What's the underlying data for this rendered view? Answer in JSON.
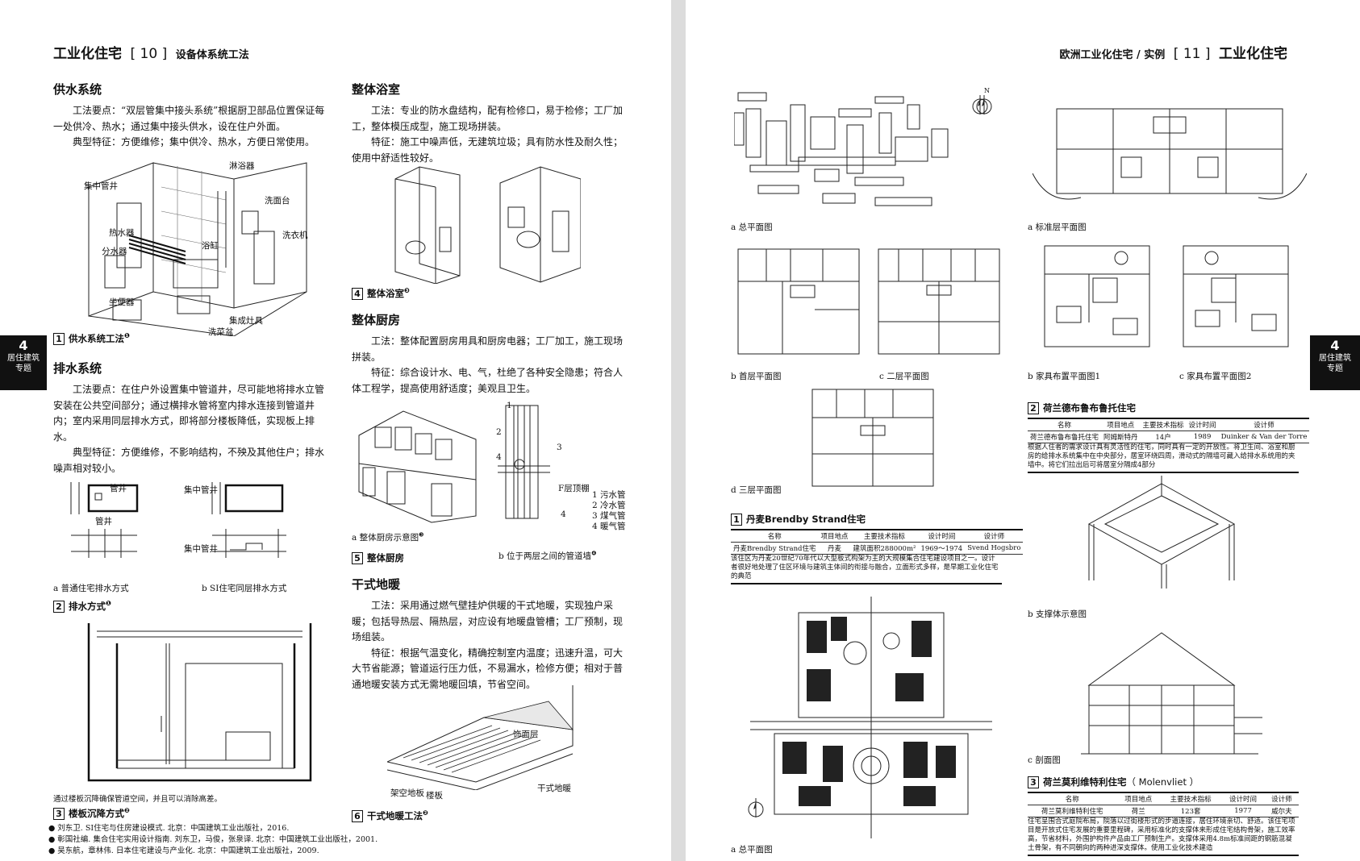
{
  "left": {
    "header": {
      "title": "工业化住宅",
      "page": "10",
      "subtitle": "设备体系统工法"
    },
    "tab": {
      "number": "4",
      "line1": "居住建筑",
      "line2": "专题"
    },
    "s1": {
      "title": "供水系统",
      "p1": "工法要点：“双层管集中接头系统”根据厨卫部品位置保证每一处供冷、热水；通过集中接头供水，设在住户外面。",
      "p2": "典型特征：方便维修；集中供冷、热水，方便日常使用。"
    },
    "fig1": {
      "num": "1",
      "caption": "供水系统工法",
      "mark": "❶",
      "labels": [
        "淋浴器",
        "集中管井",
        "洗面台",
        "热水器",
        "浴缸",
        "分水器",
        "洗衣机",
        "坐便器",
        "集成灶具",
        "洗菜盆"
      ]
    },
    "s2": {
      "title": "排水系统",
      "p1": "工法要点：在住户外设置集中管道井，尽可能地将排水立管安装在公共空间部分；通过横排水管将室内排水连接到管道井内；室内采用同层排水方式，即将部分楼板降低，实现板上排水。",
      "p2": "典型特征：方便维修，不影响结构，不殃及其他住户；排水噪声相对较小。"
    },
    "fig2": {
      "num": "2",
      "caption": "排水方式",
      "mark": "❶",
      "labels": [
        "管井",
        "集中管井",
        "管井",
        "集中管井"
      ],
      "sub_a": "a 普通住宅排水方式",
      "sub_b": "b SI住宅同层排水方式"
    },
    "fig3": {
      "num": "3",
      "caption": "楼板沉降方式",
      "mark": "❷",
      "note": "通过楼板沉降确保管道空间，并且可以消除高差。"
    },
    "s3": {
      "title": "整体浴室",
      "p1": "工法：专业的防水盘结构，配有检修口，易于检修；工厂加工，整体模压成型，施工现场拼装。",
      "p2": "特征：施工中噪声低，无建筑垃圾；具有防水性及耐久性；使用中舒适性较好。"
    },
    "fig4": {
      "num": "4",
      "caption": "整体浴室",
      "mark": "❸"
    },
    "s4": {
      "title": "整体厨房",
      "p1": "工法：整体配置厨房用具和厨房电器；工厂加工，施工现场拼装。",
      "p2": "特征：综合设计水、电、气，杜绝了各种安全隐患；符合人体工程学，提高使用舒适度；美观且卫生。"
    },
    "fig5": {
      "num": "5",
      "caption": "整体厨房",
      "sub_a": "a 整体厨房示意图",
      "sub_a_mark": "❸",
      "sub_b": "b 位于两层之间的管道墙",
      "sub_b_mark": "❹",
      "legend_title": "F层顶棚",
      "legend": [
        "1 污水管",
        "2 冷水管",
        "3 煤气管",
        "4 暖气管"
      ],
      "nums": [
        "1",
        "2",
        "3",
        "4",
        "4"
      ]
    },
    "s5": {
      "title": "干式地暖",
      "p1": "工法：采用通过燃气壁挂炉供暖的干式地暖，实现独户采暖；包括导热层、隔热层，对应设有地暖盘管槽；工厂预制，现场组装。",
      "p2": "特征：根据气温变化，精确控制室内温度；迅速升温，可大大节省能源；管道运行压力低，不易漏水，检修方便；相对于普通地暖安装方式无需地暖回填，节省空间。"
    },
    "fig6": {
      "num": "6",
      "caption": "干式地暖工法",
      "mark": "❷",
      "labels": [
        "饰面层",
        "架空地板",
        "干式地暖",
        "楼板"
      ]
    },
    "footnotes": [
      "● 刘东卫. SI住宅与住房建设模式. 北京：中国建筑工业出版社，2016.",
      "● 彰国社编. 集合住宅实用设计指南. 刘东卫，马俊，张泉译. 北京：中国建筑工业出版社，2001.",
      "● 吴东航，章林伟. 日本住宅建设与产业化. 北京：中国建筑工业出版社，2009."
    ]
  },
  "right": {
    "header": {
      "prefix": "欧洲工业化住宅 / 实例",
      "page": "11",
      "title": "工业化住宅"
    },
    "tab": {
      "number": "4",
      "line1": "居住建筑",
      "line2": "专题"
    },
    "p1": {
      "captions": [
        "a 总平面图",
        "b 首层平面图",
        "c 二层平面图",
        "d 三层平面图"
      ],
      "num": "1",
      "title": "丹麦Brendby Strand住宅",
      "table_head": [
        "名称",
        "项目地点",
        "主要技术指标",
        "设计时间",
        "设计师"
      ],
      "table_row": [
        "丹麦Brendby Strand住宅",
        "丹麦",
        "建筑面积288000m²",
        "1969～1974",
        "Svend Hogsbro"
      ],
      "desc": "该住区为丹麦20世纪70年代以大型板式构架为主的大规模集合住宅建设项目之一。设计者很好地处理了住区环境与建筑主体间的衔接与融合，立面形式多样，是早期工业化住宅的典范"
    },
    "p2": {
      "captions": [
        "a 标准层平面图",
        "b 家具布置平面图1",
        "c 家具布置平面图2",
        "b 支撑体示意图",
        "c 剖面图"
      ],
      "num": "2",
      "title": "荷兰德布鲁布鲁托住宅",
      "table_head": [
        "名称",
        "项目地点",
        "主要技术指标",
        "设计时间",
        "设计师"
      ],
      "table_row": [
        "荷兰德布鲁布鲁托住宅",
        "阿姆斯特丹",
        "14户",
        "1989",
        "Duinker & Van der Torre"
      ],
      "desc": "根据人住者的需求设计具有灵活性的住宅，同时具有一定的开放性。将卫生间、浴室和厨房的给排水系统集中在中央部分，居室环绕四周，滑动式的隔墙可藏入给排水系统用的夹墙中。将它们拉出后可将居室分隔成4部分"
    },
    "p3": {
      "site_caption": "a 总平面图",
      "num": "3",
      "title": "荷兰莫利维特利住宅",
      "title_en": "（ Molenvliet ）",
      "table_head": [
        "名称",
        "项目地点",
        "主要技术指标",
        "设计时间",
        "设计师"
      ],
      "table_row": [
        "荷兰莫利维特利住宅",
        "荷兰",
        "123套",
        "1977",
        "威尔夫"
      ],
      "desc": "住宅呈围合式庭院布局，院落以过街楼形式的步道连接，居住环境亲切、舒适。该住宅项目是开放式住宅发展的重要里程碑，采用标准化的支撑体来形成住宅结构骨架，施工效率高，节省材料，外围护构件产品由工厂预制生产。支撑体采用4.8m标准间距的钢筋混凝土骨架，有不同朝向的两种进深支撑体。使用工业化技术建造"
    },
    "north": "N"
  }
}
